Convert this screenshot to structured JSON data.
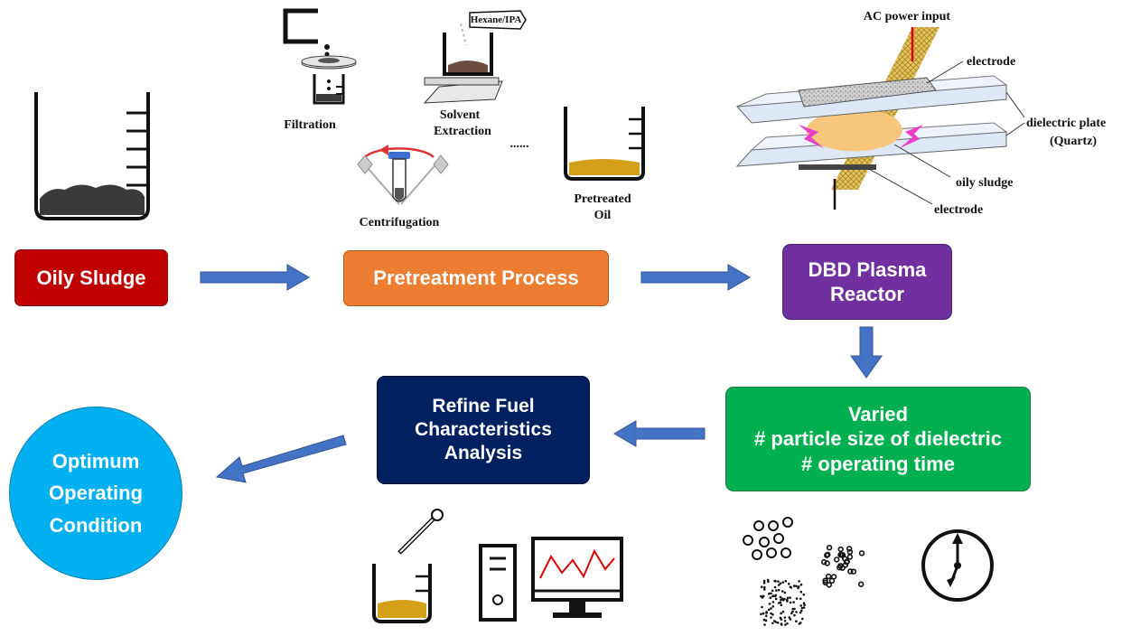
{
  "flow": {
    "oily_sludge": "Oily Sludge",
    "pretreatment": "Pretreatment Process",
    "dbd_line1": "DBD Plasma",
    "dbd_line2": "Reactor",
    "varied_line1": "Varied",
    "varied_line2": "# particle size of dielectric",
    "varied_line3": "# operating time",
    "refine_line1": "Refine Fuel",
    "refine_line2": "Characteristics",
    "refine_line3": "Analysis",
    "optimum_line1": "Optimum",
    "optimum_line2": "Operating",
    "optimum_line3": "Condition"
  },
  "pretreatment_steps": {
    "filtration": "Filtration",
    "solvent_line1": "Solvent",
    "solvent_line2": "Extraction",
    "solvent_tag": "Hexane/IPA",
    "centrifugation": "Centrifugation",
    "ellipsis": "......",
    "pretreated_line1": "Pretreated",
    "pretreated_line2": "Oil"
  },
  "reactor_labels": {
    "ac_power": "AC power input",
    "electrode_top": "electrode",
    "dielectric_line1": "dielectric plate",
    "dielectric_line2": "(Quartz)",
    "oily_sludge": "oily sludge",
    "electrode_bottom": "electrode"
  },
  "colors": {
    "oily_sludge_box": "#c00000",
    "pretreatment_box": "#ed7d31",
    "dbd_box": "#7030a0",
    "varied_box": "#00b050",
    "refine_box": "#002060",
    "optimum_circle": "#00b0f0",
    "arrow": "#4472c4",
    "oil": "#d4a017"
  }
}
